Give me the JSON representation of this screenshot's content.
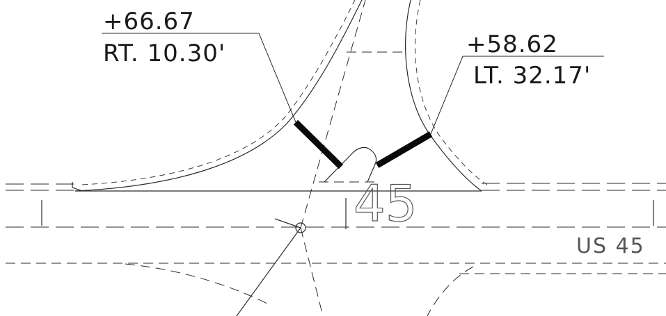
{
  "callouts": {
    "right": {
      "station": "+66.67",
      "offset": "RT. 10.30'"
    },
    "left": {
      "station": "+58.62",
      "offset": "LT. 32.17'"
    }
  },
  "road": {
    "name": "US 45",
    "centerline_number": "45"
  }
}
